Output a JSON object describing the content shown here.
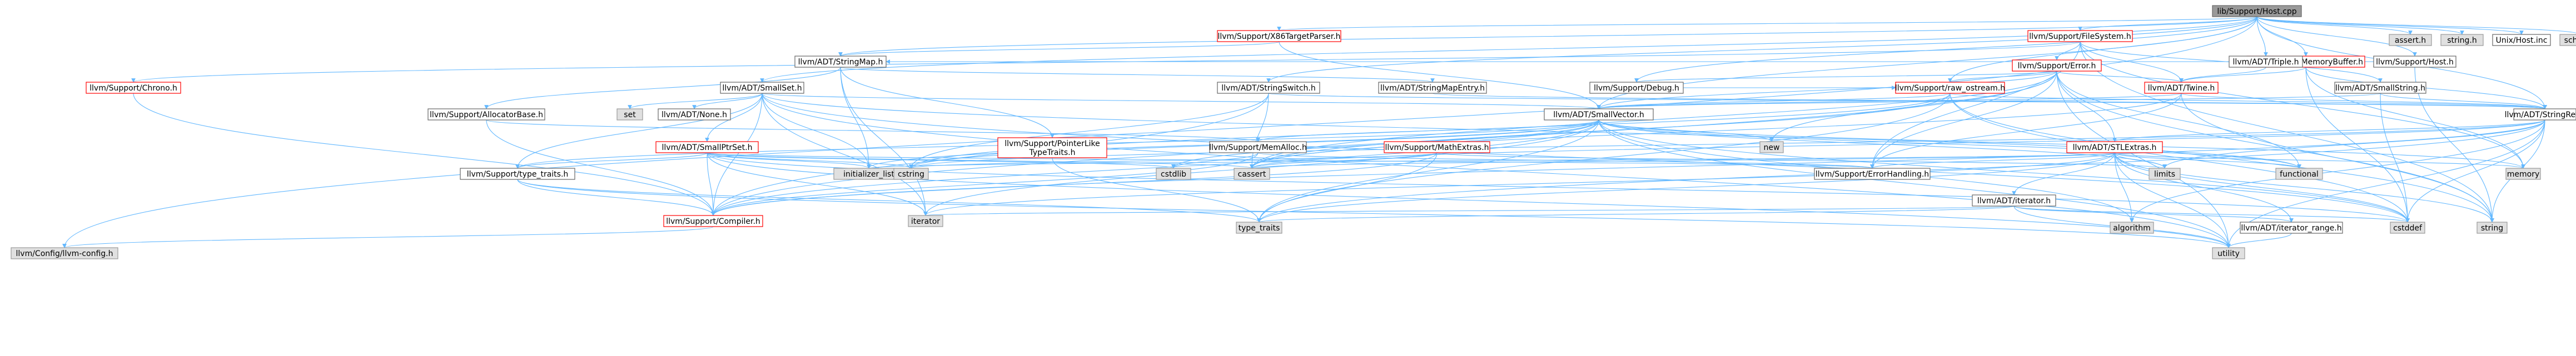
{
  "graph": {
    "palette": {
      "edge": "#63b8ff",
      "root_fill": "#999999",
      "file_fill": "#ffffff",
      "file_border": "#666666",
      "incomplete_border": "#ff0000",
      "system_fill": "#e0e0e0",
      "system_border": "#999999"
    },
    "nodes": [
      {
        "id": "root",
        "label": "lib/Support/Host.cpp",
        "kind": "root"
      },
      {
        "id": "assert_h",
        "label": "assert.h",
        "kind": "system"
      },
      {
        "id": "string_h",
        "label": "string.h",
        "kind": "system"
      },
      {
        "id": "unix_host_inc",
        "label": "Unix/Host.inc",
        "kind": "file"
      },
      {
        "id": "sched_h",
        "label": "sched.h",
        "kind": "system"
      },
      {
        "id": "x86_target_parser",
        "label": "llvm/Support/X86TargetParser.h",
        "kind": "incomplete"
      },
      {
        "id": "file_system",
        "label": "llvm/Support/FileSystem.h",
        "kind": "incomplete"
      },
      {
        "id": "memory_buffer",
        "label": "llvm/Support/MemoryBuffer.h",
        "kind": "incomplete"
      },
      {
        "id": "support_host",
        "label": "llvm/Support/Host.h",
        "kind": "file"
      },
      {
        "id": "string_map",
        "label": "llvm/ADT/StringMap.h",
        "kind": "file"
      },
      {
        "id": "triple",
        "label": "llvm/ADT/Triple.h",
        "kind": "file"
      },
      {
        "id": "error_h",
        "label": "llvm/Support/Error.h",
        "kind": "incomplete"
      },
      {
        "id": "small_set",
        "label": "llvm/ADT/SmallSet.h",
        "kind": "file"
      },
      {
        "id": "string_switch",
        "label": "llvm/ADT/StringSwitch.h",
        "kind": "file"
      },
      {
        "id": "string_map_entry",
        "label": "llvm/ADT/StringMapEntry.h",
        "kind": "file"
      },
      {
        "id": "support_debug",
        "label": "llvm/Support/Debug.h",
        "kind": "file"
      },
      {
        "id": "raw_ostream",
        "label": "llvm/Support/raw_ostream.h",
        "kind": "incomplete"
      },
      {
        "id": "twine",
        "label": "llvm/ADT/Twine.h",
        "kind": "incomplete"
      },
      {
        "id": "small_string",
        "label": "llvm/ADT/SmallString.h",
        "kind": "file"
      },
      {
        "id": "chrono",
        "label": "llvm/Support/Chrono.h",
        "kind": "incomplete"
      },
      {
        "id": "allocator_base",
        "label": "llvm/Support/AllocatorBase.h",
        "kind": "file"
      },
      {
        "id": "set",
        "label": "set",
        "kind": "system"
      },
      {
        "id": "adt_none",
        "label": "llvm/ADT/None.h",
        "kind": "file"
      },
      {
        "id": "small_vector",
        "label": "llvm/ADT/SmallVector.h",
        "kind": "file"
      },
      {
        "id": "string_ref",
        "label": "llvm/ADT/StringRef.h",
        "kind": "file"
      },
      {
        "id": "small_ptr_set",
        "label": "llvm/ADT/SmallPtrSet.h",
        "kind": "incomplete"
      },
      {
        "id": "pointer_like",
        "label": "llvm/Support/PointerLike\nTypeTraits.h",
        "kind": "incomplete"
      },
      {
        "id": "mem_alloc",
        "label": "llvm/Support/MemAlloc.h",
        "kind": "file"
      },
      {
        "id": "math_extras",
        "label": "llvm/Support/MathExtras.h",
        "kind": "incomplete"
      },
      {
        "id": "new",
        "label": "new",
        "kind": "system"
      },
      {
        "id": "stl_extras",
        "label": "llvm/ADT/STLExtras.h",
        "kind": "incomplete"
      },
      {
        "id": "type_traits_h",
        "label": "llvm/Support/type_traits.h",
        "kind": "file"
      },
      {
        "id": "initializer_list",
        "label": "initializer_list",
        "kind": "system"
      },
      {
        "id": "cstring",
        "label": "cstring",
        "kind": "system"
      },
      {
        "id": "cstdlib",
        "label": "cstdlib",
        "kind": "system"
      },
      {
        "id": "cassert",
        "label": "cassert",
        "kind": "system"
      },
      {
        "id": "error_handling",
        "label": "llvm/Support/ErrorHandling.h",
        "kind": "file"
      },
      {
        "id": "limits",
        "label": "limits",
        "kind": "system"
      },
      {
        "id": "functional",
        "label": "functional",
        "kind": "system"
      },
      {
        "id": "memory",
        "label": "memory",
        "kind": "system"
      },
      {
        "id": "adt_iterator",
        "label": "llvm/ADT/iterator.h",
        "kind": "file"
      },
      {
        "id": "iterator_range",
        "label": "llvm/ADT/iterator_range.h",
        "kind": "file"
      },
      {
        "id": "compiler",
        "label": "llvm/Support/Compiler.h",
        "kind": "incomplete"
      },
      {
        "id": "iterator",
        "label": "iterator",
        "kind": "system"
      },
      {
        "id": "type_traits",
        "label": "type_traits",
        "kind": "system"
      },
      {
        "id": "algorithm",
        "label": "algorithm",
        "kind": "system"
      },
      {
        "id": "cstddef",
        "label": "cstddef",
        "kind": "system"
      },
      {
        "id": "string",
        "label": "string",
        "kind": "system"
      },
      {
        "id": "utility",
        "label": "utility",
        "kind": "system"
      },
      {
        "id": "llvm_config",
        "label": "llvm/Config/llvm-config.h",
        "kind": "system"
      }
    ],
    "edges": [
      [
        "root",
        "assert_h"
      ],
      [
        "root",
        "string_h"
      ],
      [
        "root",
        "unix_host_inc"
      ],
      [
        "root",
        "sched_h"
      ],
      [
        "root",
        "x86_target_parser"
      ],
      [
        "root",
        "file_system"
      ],
      [
        "root",
        "memory_buffer"
      ],
      [
        "root",
        "support_host"
      ],
      [
        "root",
        "string_map"
      ],
      [
        "root",
        "triple"
      ],
      [
        "root",
        "small_set"
      ],
      [
        "root",
        "string_switch"
      ],
      [
        "root",
        "support_debug"
      ],
      [
        "root",
        "raw_ostream"
      ],
      [
        "root",
        "small_vector"
      ],
      [
        "root",
        "string_ref"
      ],
      [
        "root",
        "llvm_config"
      ],
      [
        "x86_target_parser",
        "string_map"
      ],
      [
        "x86_target_parser",
        "small_vector"
      ],
      [
        "file_system",
        "chrono"
      ],
      [
        "file_system",
        "error_h"
      ],
      [
        "file_system",
        "twine"
      ],
      [
        "file_system",
        "small_string"
      ],
      [
        "file_system",
        "error_handling"
      ],
      [
        "file_system",
        "string"
      ],
      [
        "file_system",
        "memory"
      ],
      [
        "memory_buffer",
        "twine"
      ],
      [
        "memory_buffer",
        "string_ref"
      ],
      [
        "memory_buffer",
        "memory"
      ],
      [
        "memory_buffer",
        "cstddef"
      ],
      [
        "support_host",
        "string_map"
      ],
      [
        "support_host",
        "string"
      ],
      [
        "string_map",
        "string_map_entry"
      ],
      [
        "string_map",
        "allocator_base"
      ],
      [
        "string_map",
        "pointer_like"
      ],
      [
        "string_map",
        "initializer_list"
      ],
      [
        "string_map",
        "iterator"
      ],
      [
        "triple",
        "twine"
      ],
      [
        "error_h",
        "support_debug"
      ],
      [
        "error_h",
        "raw_ostream"
      ],
      [
        "error_h",
        "twine"
      ],
      [
        "error_h",
        "small_vector"
      ],
      [
        "error_h",
        "stl_extras"
      ],
      [
        "error_h",
        "error_handling"
      ],
      [
        "error_h",
        "compiler"
      ],
      [
        "error_h",
        "cassert"
      ],
      [
        "error_h",
        "new"
      ],
      [
        "error_h",
        "string"
      ],
      [
        "error_h",
        "utility"
      ],
      [
        "error_h",
        "functional"
      ],
      [
        "small_set",
        "small_ptr_set"
      ],
      [
        "small_set",
        "small_vector"
      ],
      [
        "small_set",
        "set"
      ],
      [
        "small_set",
        "adt_none"
      ],
      [
        "small_set",
        "iterator"
      ],
      [
        "small_set",
        "compiler"
      ],
      [
        "small_set",
        "type_traits_h"
      ],
      [
        "small_set",
        "cstddef"
      ],
      [
        "small_set",
        "functional"
      ],
      [
        "small_set",
        "utility"
      ],
      [
        "small_set",
        "initializer_list"
      ],
      [
        "string_switch",
        "string_ref"
      ],
      [
        "string_switch",
        "compiler"
      ],
      [
        "string_switch",
        "cstring"
      ],
      [
        "string_switch",
        "cassert"
      ],
      [
        "string_map_entry",
        "string_ref"
      ],
      [
        "support_debug",
        "raw_ostream"
      ],
      [
        "raw_ostream",
        "string_ref"
      ],
      [
        "raw_ostream",
        "small_vector"
      ],
      [
        "raw_ostream",
        "cassert"
      ],
      [
        "raw_ostream",
        "cstddef"
      ],
      [
        "raw_ostream",
        "cstring"
      ],
      [
        "raw_ostream",
        "string"
      ],
      [
        "raw_ostream",
        "type_traits"
      ],
      [
        "twine",
        "small_vector"
      ],
      [
        "twine",
        "string_ref"
      ],
      [
        "twine",
        "error_handling"
      ],
      [
        "twine",
        "cassert"
      ],
      [
        "twine",
        "cstdint"
      ],
      [
        "twine",
        "string"
      ],
      [
        "small_string",
        "small_vector"
      ],
      [
        "small_string",
        "string_ref"
      ],
      [
        "small_string",
        "cstddef"
      ],
      [
        "chrono",
        "compiler"
      ],
      [
        "allocator_base",
        "compiler"
      ],
      [
        "allocator_base",
        "mem_alloc"
      ],
      [
        "small_vector",
        "compiler"
      ],
      [
        "small_vector",
        "type_traits_h"
      ],
      [
        "small_vector",
        "mem_alloc"
      ],
      [
        "small_vector",
        "algorithm"
      ],
      [
        "small_vector",
        "cassert"
      ],
      [
        "small_vector",
        "cstddef"
      ],
      [
        "small_vector",
        "cstdlib"
      ],
      [
        "small_vector",
        "cstring"
      ],
      [
        "small_vector",
        "functional"
      ],
      [
        "small_vector",
        "initializer_list"
      ],
      [
        "small_vector",
        "iterator"
      ],
      [
        "small_vector",
        "limits"
      ],
      [
        "small_vector",
        "memory"
      ],
      [
        "small_vector",
        "new"
      ],
      [
        "small_vector",
        "type_traits"
      ],
      [
        "small_vector",
        "utility"
      ],
      [
        "string_ref",
        "stl_extras"
      ],
      [
        "string_ref",
        "compiler"
      ],
      [
        "string_ref",
        "algorithm"
      ],
      [
        "string_ref",
        "cassert"
      ],
      [
        "string_ref",
        "cstddef"
      ],
      [
        "string_ref",
        "cstring"
      ],
      [
        "string_ref",
        "limits"
      ],
      [
        "string_ref",
        "string"
      ],
      [
        "string_ref",
        "type_traits"
      ],
      [
        "string_ref",
        "utility"
      ],
      [
        "small_ptr_set",
        "epoch"
      ],
      [
        "small_ptr_set",
        "compiler"
      ],
      [
        "small_ptr_set",
        "error_handling"
      ],
      [
        "small_ptr_set",
        "type_traits_h"
      ],
      [
        "small_ptr_set",
        "cassert"
      ],
      [
        "small_ptr_set",
        "cstddef"
      ],
      [
        "small_ptr_set",
        "cstdlib"
      ],
      [
        "small_ptr_set",
        "cstring"
      ],
      [
        "small_ptr_set",
        "initializer_list"
      ],
      [
        "small_ptr_set",
        "iterator"
      ],
      [
        "small_ptr_set",
        "utility"
      ],
      [
        "pointer_like",
        "type_traits"
      ],
      [
        "mem_alloc",
        "compiler"
      ],
      [
        "mem_alloc",
        "error_handling"
      ],
      [
        "mem_alloc",
        "cstdlib"
      ],
      [
        "math_extras",
        "compiler"
      ],
      [
        "math_extras",
        "cassert"
      ],
      [
        "math_extras",
        "climits"
      ],
      [
        "math_extras",
        "cstdint"
      ],
      [
        "math_extras",
        "cstring"
      ],
      [
        "math_extras",
        "limits"
      ],
      [
        "math_extras",
        "type_traits"
      ],
      [
        "stl_extras",
        "adt_iterator"
      ],
      [
        "stl_extras",
        "iterator_range"
      ],
      [
        "stl_extras",
        "error_handling"
      ],
      [
        "stl_extras",
        "algorithm"
      ],
      [
        "stl_extras",
        "cassert"
      ],
      [
        "stl_extras",
        "cstddef"
      ],
      [
        "stl_extras",
        "functional"
      ],
      [
        "stl_extras",
        "initializer_list"
      ],
      [
        "stl_extras",
        "iterator"
      ],
      [
        "stl_extras",
        "limits"
      ],
      [
        "stl_extras",
        "memory"
      ],
      [
        "stl_extras",
        "type_traits"
      ],
      [
        "stl_extras",
        "utility"
      ],
      [
        "stl_extras",
        "string"
      ],
      [
        "type_traits_h",
        "compiler"
      ],
      [
        "type_traits_h",
        "type_traits"
      ],
      [
        "type_traits_h",
        "utility"
      ],
      [
        "adt_iterator",
        "iterator_range"
      ],
      [
        "adt_iterator",
        "cstddef"
      ],
      [
        "adt_iterator",
        "iterator"
      ],
      [
        "adt_iterator",
        "type_traits"
      ],
      [
        "adt_iterator",
        "utility"
      ],
      [
        "iterator_range",
        "utility"
      ],
      [
        "compiler",
        "llvm_config"
      ]
    ]
  }
}
